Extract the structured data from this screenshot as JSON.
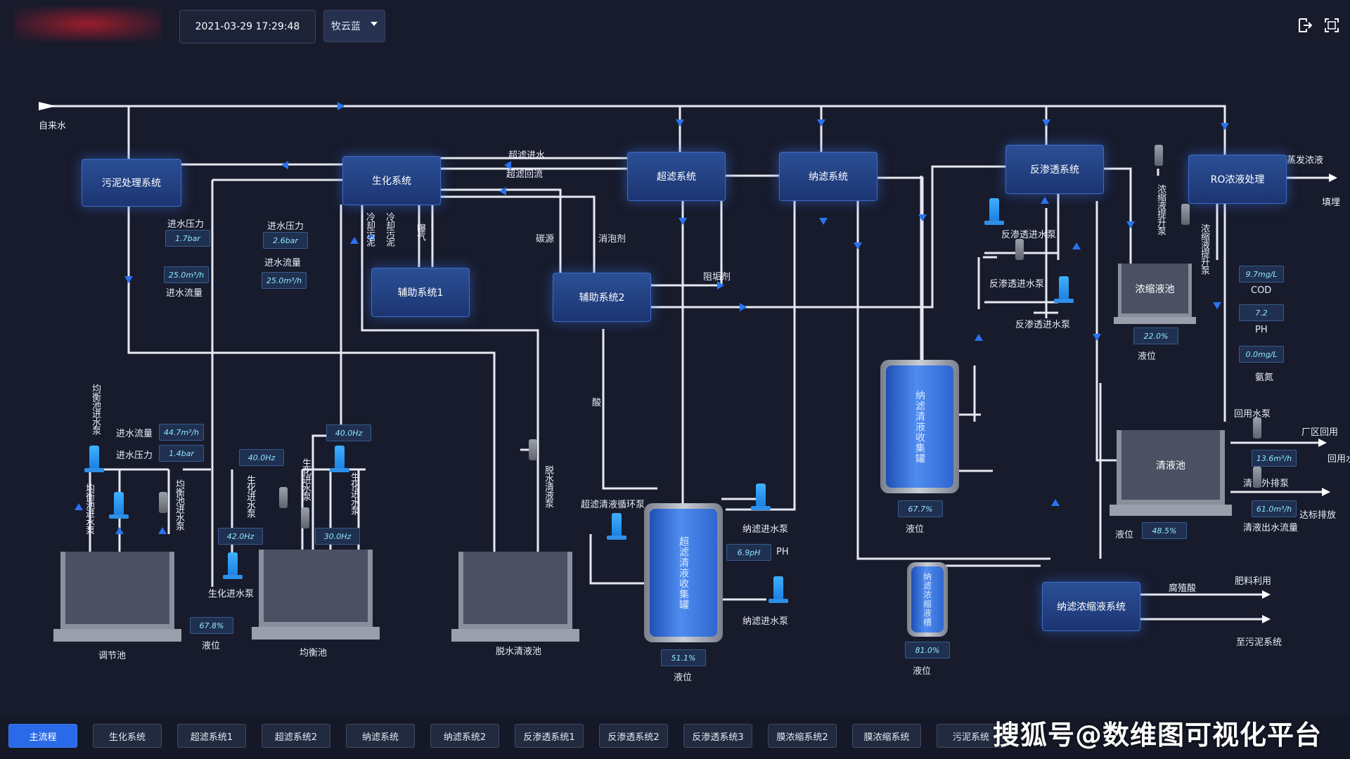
{
  "header": {
    "datetime": "2021-03-29 17:29:48",
    "theme_select": "牧云蓝"
  },
  "systems": {
    "sludge": "污泥处理系统",
    "biochem": "生化系统",
    "uf": "超滤系统",
    "nf": "纳滤系统",
    "ro": "反渗透系统",
    "ro_conc": "RO浓液处理",
    "aux1": "辅助系统1",
    "aux2": "辅助系统2",
    "nf_conc": "纳滤浓缩液系统"
  },
  "labels": {
    "tap_water": "自来水",
    "uf_in": "超滤进水",
    "uf_back": "超滤回流",
    "carbon": "碳源",
    "defoamer": "消泡剂",
    "scale_inhibitor": "阻垢剂",
    "acid": "酸",
    "evap": "蒸发浓液",
    "landfill": "填埋",
    "cool_sludge1": "冷却污泥",
    "cool_sludge2": "冷却污泥",
    "aeration": "曝气",
    "conc_lift1": "浓缩液提升泵",
    "conc_lift2": "浓缩液提升泵",
    "ro_pump1": "反渗透进水泵",
    "ro_pump2": "反渗透进水泵",
    "ro_pump3": "反渗透进水泵",
    "reuse_pump": "回用水泵",
    "plant_reuse": "厂区回用",
    "reuse_flow": "回用水",
    "clear_out_pump": "清液外排泵",
    "compliant": "达标排放",
    "clear_out_flow": "清液出水流量",
    "humic": "腐殖酸",
    "fertilizer": "肥料利用",
    "to_sludge": "至污泥系统",
    "uf_cycle_pump": "超滤清液循环泵",
    "nf_pump1": "纳滤进水泵",
    "nf_pump2": "纳滤进水泵",
    "ph_unit": "PH",
    "dewater_pump": "脱水清液泵",
    "bio_pump": "生化进水泵",
    "bio_pump_v1": "生化进水泵",
    "bio_pump_v2": "生化进水泵",
    "bio_pump_v3": "生化进水泵",
    "eq_pump1": "均衡池进水泵",
    "eq_pump2": "均衡池进水泵",
    "eq_pump3": "均衡池进水泵",
    "in_pressure": "进水压力",
    "in_flow": "进水流量",
    "level": "液位",
    "cod": "COD",
    "ph": "PH",
    "ammonia": "氨氮"
  },
  "readings": {
    "sludge_pressure": "1.7bar",
    "sludge_flow": "25.0m³/h",
    "bio_pressure": "2.6bar",
    "bio_flow": "25.0m³/h",
    "eq_flow": "44.7m³/h",
    "eq_pressure": "1.4bar",
    "freq_40a": "40.0Hz",
    "freq_40b": "40.0Hz",
    "freq_42": "42.0Hz",
    "freq_30": "30.0Hz",
    "eq_level": "67.8%",
    "uf_tank_level": "51.1%",
    "nf_tank_level": "67.7%",
    "nf_conc_level": "81.0%",
    "ph_value": "6.9pH",
    "conc_pool_level": "22.0%",
    "clear_pool_level": "48.5%",
    "cod": "9.7mg/L",
    "ph": "7.2",
    "ammonia": "0.0mg/L",
    "reuse_flow": "13.6m³/h",
    "out_flow": "61.0m³/h"
  },
  "tanks": {
    "regulating": "调节池",
    "balancing": "均衡池",
    "dewater": "脱水清液池",
    "concentrate": "浓缩液池",
    "clear": "清液池",
    "uf_tank": "超滤清液收集罐",
    "nf_tank": "纳滤清液收集罐",
    "nf_conc_tank": "纳滤浓缩液槽"
  },
  "tabs": [
    "主流程",
    "生化系统",
    "超滤系统1",
    "超滤系统2",
    "纳滤系统",
    "纳滤系统2",
    "反渗透系统1",
    "反渗透系统2",
    "反渗透系统3",
    "膜浓缩系统2",
    "膜浓缩系统",
    "污泥系统"
  ],
  "watermark": "搜狐号@数维图可视化平台"
}
